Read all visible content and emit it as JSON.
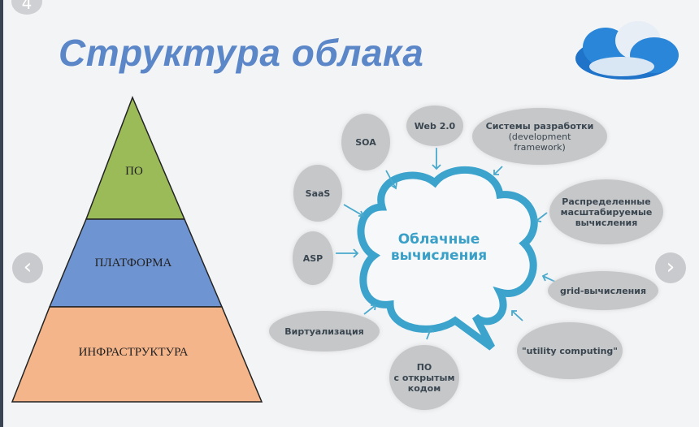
{
  "slide_number": "4",
  "title": "Структура облака",
  "pyramid": {
    "levels": [
      "ПО",
      "ПЛАТФОРМА",
      "ИНФРАСТРУКТУРА"
    ],
    "colors": [
      "#9bbb59",
      "#6f94d2",
      "#f5b58a"
    ]
  },
  "center": [
    "Облачные",
    "вычисления"
  ],
  "bubbles": {
    "soa": "SOA",
    "web": "Web 2.0",
    "dev": [
      "Системы разработки",
      "(development",
      "framework)"
    ],
    "saas": "SaaS",
    "dist": [
      "Распределенные",
      "масштабируемые",
      "вычисления"
    ],
    "asp": "ASP",
    "grid": "grid-вычисления",
    "virt": "Виртуализация",
    "utility": "\"utility computing\"",
    "oss": [
      "ПО",
      "с открытым",
      "кодом"
    ]
  },
  "nav": {
    "prev": "‹",
    "next": "›"
  }
}
